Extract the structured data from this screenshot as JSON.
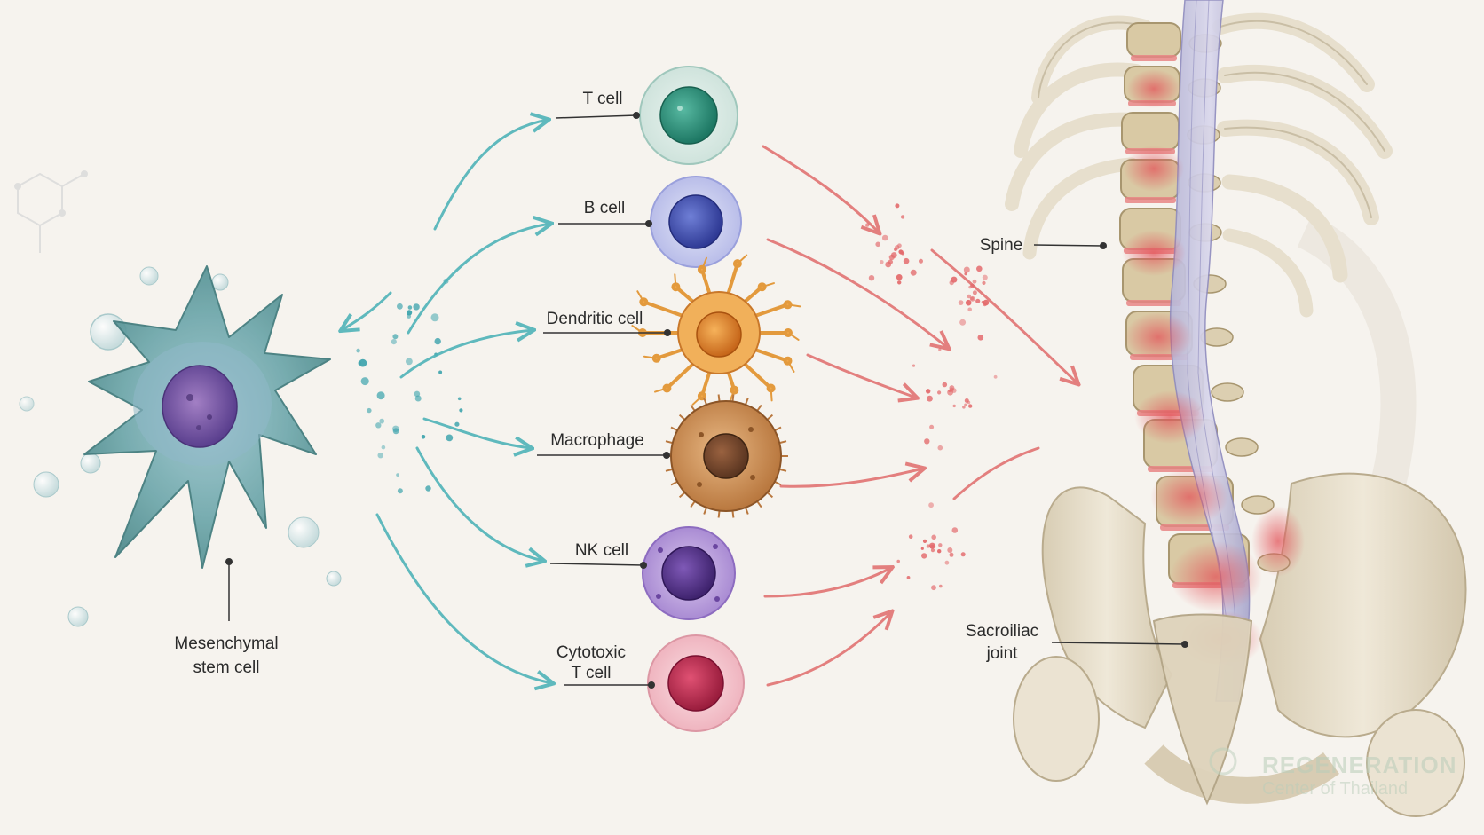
{
  "labels": {
    "msc_line1": "Mesenchymal",
    "msc_line2": "stem cell",
    "t_cell": "T cell",
    "b_cell": "B cell",
    "dendritic_cell": "Dendritic cell",
    "macrophage": "Macrophage",
    "nk_cell": "NK cell",
    "cytotoxic_line1": "Cytotoxic",
    "cytotoxic_line2": "T cell",
    "spine": "Spine",
    "si_line1": "Sacroiliac",
    "si_line2": "joint"
  },
  "watermark": {
    "line1": "REGENERATION",
    "line2": "Center of Thailand"
  },
  "colors": {
    "background": "#f6f3ee",
    "teal_arrow": "#4fb3b8",
    "red_arrow": "#e06b6b",
    "inflammation": "#e3545a",
    "bone": "#e6ddc9"
  }
}
